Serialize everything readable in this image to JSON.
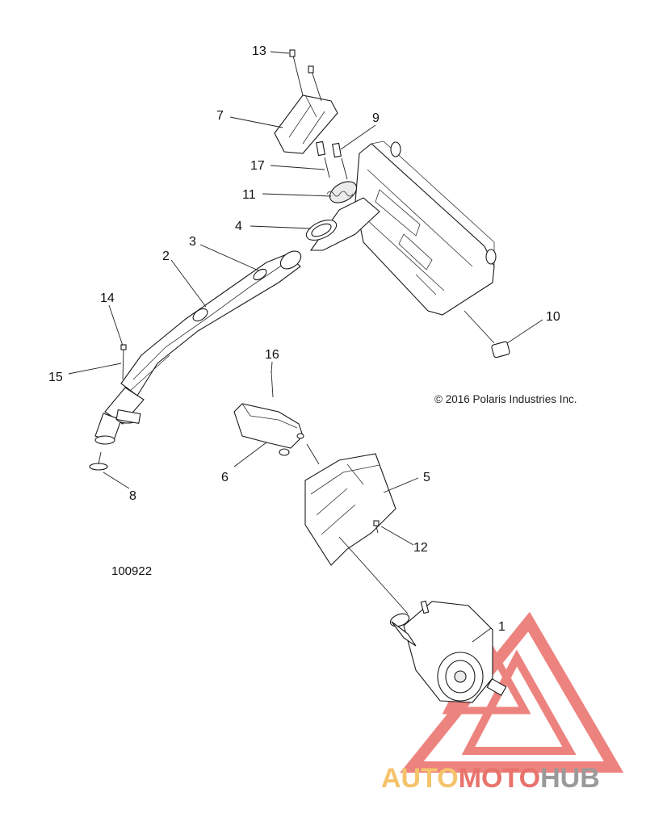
{
  "callouts": [
    {
      "id": "1",
      "text": "1"
    },
    {
      "id": "2",
      "text": "2"
    },
    {
      "id": "3",
      "text": "3"
    },
    {
      "id": "4",
      "text": "4"
    },
    {
      "id": "5",
      "text": "5"
    },
    {
      "id": "6",
      "text": "6"
    },
    {
      "id": "7",
      "text": "7"
    },
    {
      "id": "8",
      "text": "8"
    },
    {
      "id": "9",
      "text": "9"
    },
    {
      "id": "10",
      "text": "10"
    },
    {
      "id": "11",
      "text": "11"
    },
    {
      "id": "12",
      "text": "12"
    },
    {
      "id": "13",
      "text": "13"
    },
    {
      "id": "14",
      "text": "14"
    },
    {
      "id": "15",
      "text": "15"
    },
    {
      "id": "16",
      "text": "16"
    },
    {
      "id": "17",
      "text": "17"
    }
  ],
  "copyright": "© 2016 Polaris Industries Inc.",
  "drawing_number": "100922",
  "watermark": {
    "part1": "AUTO",
    "part2": "MOTO",
    "part3": "HUB",
    "colors": {
      "auto": "#f5c36b",
      "moto": "#e8736c",
      "hub": "#9a9a9a",
      "logo": "#e85a55"
    }
  }
}
